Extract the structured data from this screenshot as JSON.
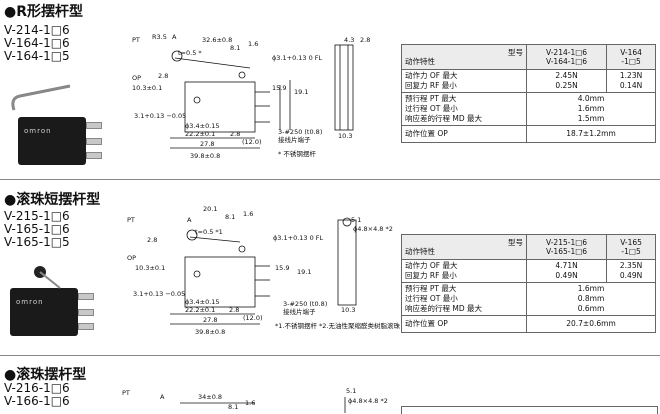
{
  "sections": [
    {
      "title": "●R形摆杆型",
      "models": [
        "V-214-1□6",
        "V-164-1□6",
        "V-164-1□5"
      ],
      "drawing": {
        "labels": [
          "PT",
          "R3.5",
          "A",
          "t=0.5 *",
          "32.6±0.8",
          "8.1",
          "1.6",
          "ϕ3.1+0.13 0 FL",
          "4.3",
          "2.8",
          "OP",
          "2.8",
          "10.3±0.1",
          "15.9",
          "19.1",
          "3.1+0.13 −0.05",
          "ϕ3.4±0.15",
          "22.2±0.1",
          "2.8",
          "(12.0)",
          "3-#250 (t0.8)",
          "接线片端子",
          "27.8",
          "39.8±0.8",
          "10.3"
        ],
        "note": "* 不锈钢摆杆"
      },
      "table": {
        "header_model_label": "型号",
        "header_char_label": "动作特性",
        "col1": "V-214-1□6\nV-164-1□6",
        "col2": "V-164\n-1□5",
        "rows": [
          {
            "labels": [
              "动作力  OF 最大",
              "回复力  RF 最小"
            ],
            "c1": [
              "2.45N",
              "0.25N"
            ],
            "c2": [
              "1.23N",
              "0.14N"
            ]
          },
          {
            "labels": [
              "预行程  PT 最大",
              "过行程  OT 最小",
              "响应差的行程  MD 最大"
            ],
            "merged": [
              "4.0mm",
              "1.6mm",
              "1.5mm"
            ]
          },
          {
            "labels": [
              "动作位置  OP"
            ],
            "merged": [
              "18.7±1.2mm"
            ]
          }
        ]
      }
    },
    {
      "title": "●滚珠短摆杆型",
      "models": [
        "V-215-1□6",
        "V-165-1□6",
        "V-165-1□5"
      ],
      "drawing": {
        "labels": [
          "20.1",
          "8.1",
          "1.6",
          "A",
          "t=0.5 *1",
          "ϕ3.1+0.13 0 FL",
          "5.1",
          "ϕ4.8×4.8 *2",
          "PT",
          "2.8",
          "OP",
          "10.3±0.1",
          "15.9",
          "19.1",
          "3.1+0.13 −0.05",
          "ϕ3.4±0.15",
          "22.2±0.1",
          "2.8",
          "(12.0)",
          "3-#250 (t0.8)",
          "接线片端子",
          "27.8",
          "39.8±0.8",
          "10.3"
        ],
        "note": "*1.不锈钢摆杆\n*2.无油性聚缩醛类树脂滚珠"
      },
      "table": {
        "header_model_label": "型号",
        "header_char_label": "动作特性",
        "col1": "V-215-1□6\nV-165-1□6",
        "col2": "V-165\n-1□5",
        "rows": [
          {
            "labels": [
              "动作力  OF 最大",
              "回复力  RF 最小"
            ],
            "c1": [
              "4.71N",
              "0.49N"
            ],
            "c2": [
              "2.35N",
              "0.49N"
            ]
          },
          {
            "labels": [
              "预行程  PT 最大",
              "过行程  OT 最小",
              "响应差的行程  MD 最大"
            ],
            "merged": [
              "1.6mm",
              "0.8mm",
              "0.6mm"
            ]
          },
          {
            "labels": [
              "动作位置  OP"
            ],
            "merged": [
              "20.7±0.6mm"
            ]
          }
        ]
      }
    },
    {
      "title": "●滚珠摆杆型",
      "models": [
        "V-216-1□6",
        "V-166-1□6"
      ],
      "drawing": {
        "labels": [
          "PT",
          "A",
          "34±0.8",
          "8.1",
          "1.6",
          "5.1",
          "ϕ4.8×4.8 *2"
        ]
      }
    }
  ]
}
